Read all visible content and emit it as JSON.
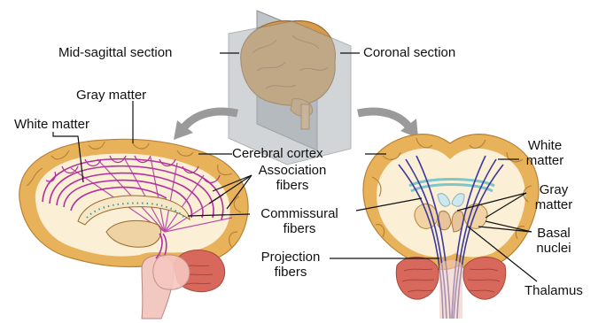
{
  "labels": {
    "mid_sagittal_section": "Mid-sagittal section",
    "coronal_section": "Coronal section",
    "gray_matter_left": "Gray matter",
    "white_matter_left": "White matter",
    "cerebral_cortex": "Cerebral cortex",
    "association_fibers": [
      "Association",
      "fibers"
    ],
    "commissural_fibers": [
      "Commissural",
      "fibers"
    ],
    "projection_fibers": [
      "Projection",
      "fibers"
    ],
    "white_matter_right": [
      "White",
      "matter"
    ],
    "gray_matter_right": [
      "Gray",
      "matter"
    ],
    "basal_nuclei": [
      "Basal",
      "nuclei"
    ],
    "thalamus": "Thalamus"
  },
  "colors": {
    "cortex": "#e8b25a",
    "white_matter": "#fbefd6",
    "fibers_sagittal": "#b1319f",
    "fibers_coronal": "#3b3a9c",
    "commissural_coronal": "#7fc6c9",
    "cerebellum": "#d9685c",
    "brainstem": "#f2c9c0",
    "plane": "#aeb3b8",
    "arrow": "#9a9a9a"
  }
}
